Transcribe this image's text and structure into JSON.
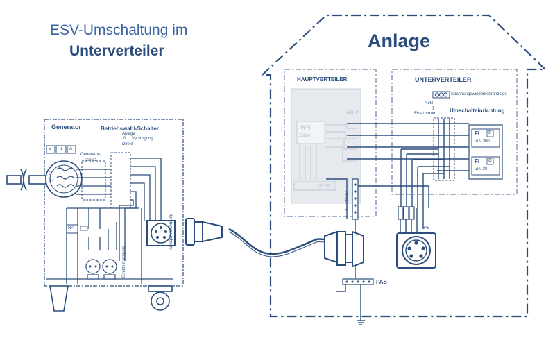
{
  "title": {
    "line1": "ESV-Umschaltung im",
    "line2": "Unterverteiler"
  },
  "house": {
    "label": "Anlage"
  },
  "hauptverteiler": {
    "label": "HAUPTVERTEILER",
    "meter_label": "WR",
    "meter_sub": "Zähler",
    "nzhp": "NZHP",
    "ws_label": "NS SE"
  },
  "unterverteiler": {
    "label": "UNTERVERTEILER",
    "indicator": "Spannungswiederkehranzeige",
    "switch_label": "Umschalteinrichtung",
    "netz": "Netz",
    "zero": "0",
    "ersatzstrom": "Ersatzstrom",
    "fi1": {
      "name": "FI",
      "sub": "IΔN 300",
      "tag": "S"
    },
    "fi2": {
      "name": "FI",
      "sub": "IΔN 30",
      "tag": "G"
    },
    "pe": "PE"
  },
  "pe_schiene": "PE-Schiene",
  "pas": "PAS",
  "generator": {
    "label": "Generator",
    "switch_title": "Betriebswahl-Schalter",
    "anlage": "Anlage",
    "zero": "0",
    "versorgung": "Versorgung",
    "direkt": "Direkt",
    "schutz1": "Generator-",
    "schutz2": "schutz",
    "meters": [
      "V",
      "Hz",
      "A"
    ],
    "g": "G",
    "tilde": "3~",
    "rc": "R<",
    "anlagenversorgung": "Anlagenversorgung",
    "direktversorgung": "Direktversorgung"
  }
}
